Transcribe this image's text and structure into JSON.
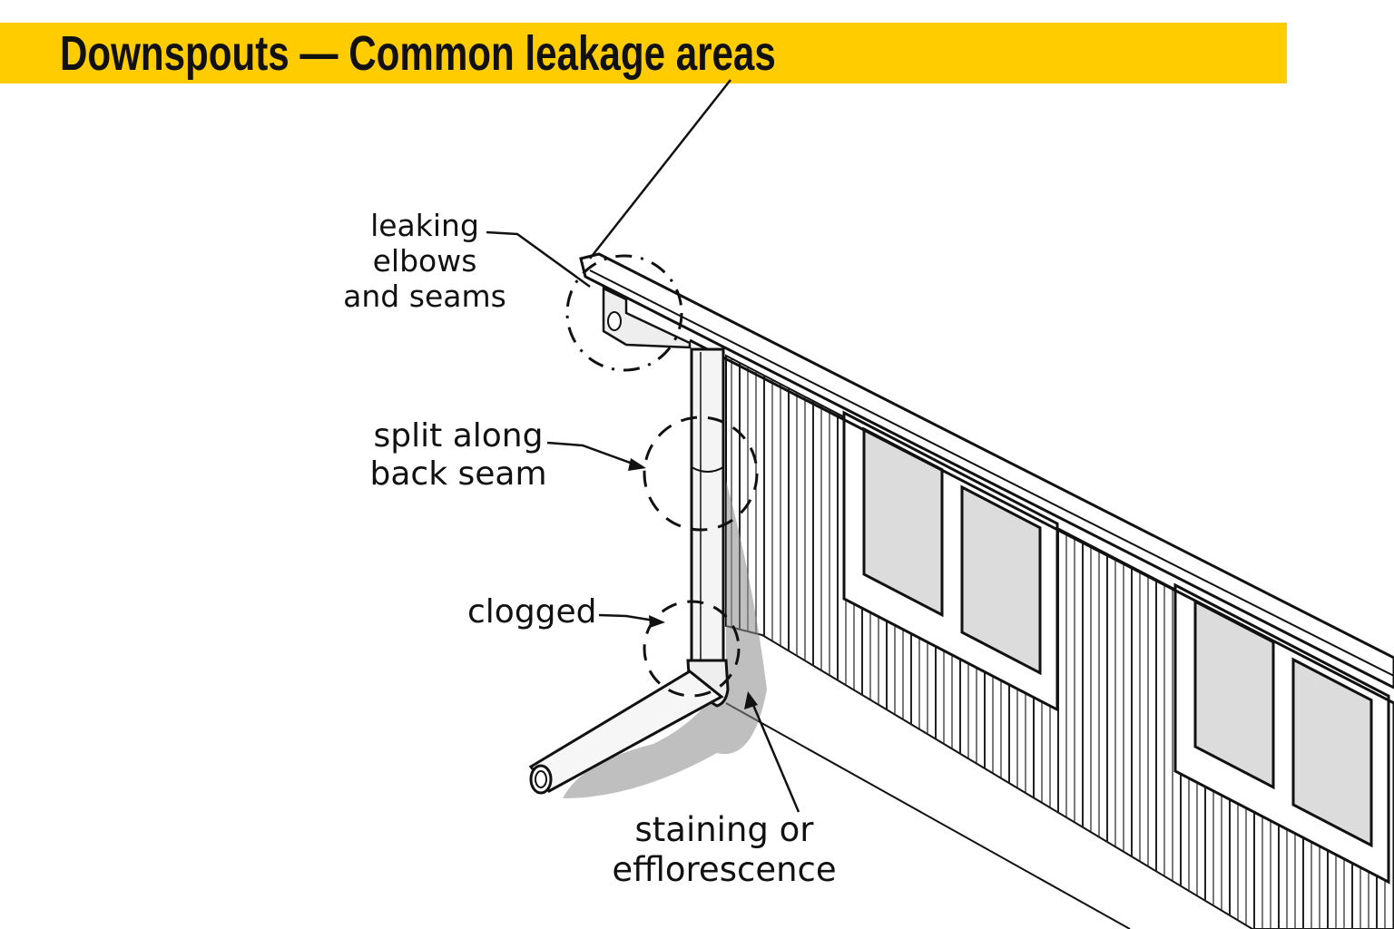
{
  "title": "Downspouts — Common leakage areas",
  "colors": {
    "banner": "#FFCC00",
    "ink": "#111111",
    "window": "#dcdcdc",
    "stain": "#777777"
  },
  "callouts": [
    {
      "id": "elbows",
      "text": "leaking\nelbows\nand seams"
    },
    {
      "id": "split",
      "text": "split along\nback seam"
    },
    {
      "id": "clogged",
      "text": "clogged"
    },
    {
      "id": "staining",
      "text": "staining or\nefflorescence"
    }
  ]
}
